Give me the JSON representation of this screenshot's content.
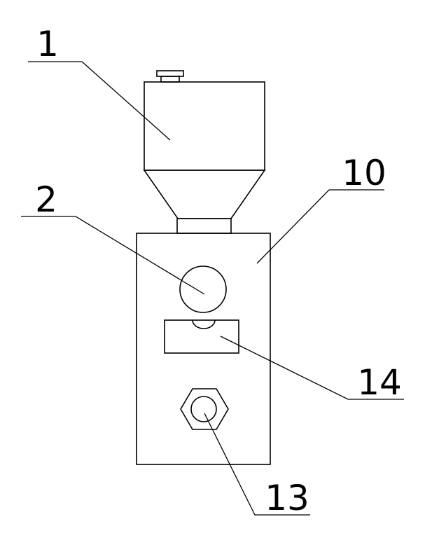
{
  "colors": {
    "line": "#000000",
    "background": "#ffffff"
  },
  "callouts": [
    {
      "id": "c1",
      "label": "1"
    },
    {
      "id": "c2",
      "label": "2"
    },
    {
      "id": "c10",
      "label": "10"
    },
    {
      "id": "c14",
      "label": "14"
    },
    {
      "id": "c13",
      "label": "13"
    }
  ]
}
